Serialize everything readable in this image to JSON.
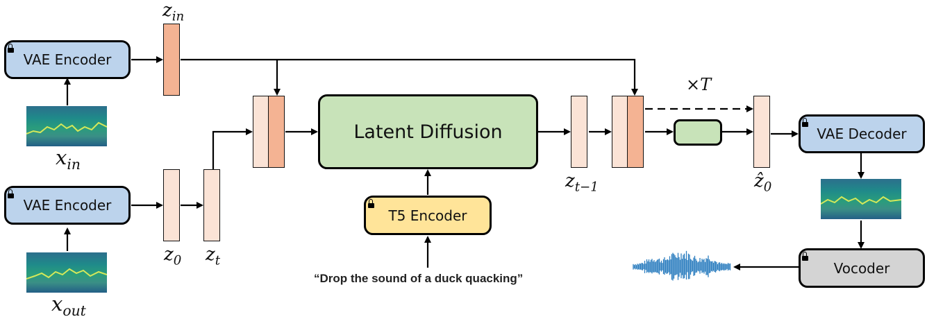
{
  "modules": {
    "vae_encoder_top": "VAE Encoder",
    "vae_encoder_bottom": "VAE Encoder",
    "latent_diffusion": "Latent Diffusion",
    "t5_encoder": "T5 Encoder",
    "vae_decoder": "VAE Decoder",
    "vocoder": "Vocoder"
  },
  "labels": {
    "z_in_main": "z",
    "z_in_sub": "in",
    "x_in_main": "x",
    "x_in_sub": "in",
    "x_out_main": "x",
    "x_out_sub": "out",
    "z_0_main": "z",
    "z_0_sub": "0",
    "z_t_main": "z",
    "z_t_sub": "t",
    "z_tm1_main": "z",
    "z_tm1_sub": "t−1",
    "zhat_main": "ẑ",
    "zhat_sub": "0",
    "times_t": "×T"
  },
  "prompt": "“Drop the sound of a duck quacking”",
  "colors": {
    "encoder_blue": "#bcd3ec",
    "diffusion_green": "#c8e3b9",
    "t5_yellow": "#ffe499",
    "vocoder_gray": "#d4d4d4",
    "latent_light": "#fbe3d6",
    "latent_dark": "#f4b393",
    "waveform_blue": "#2e7fc0"
  },
  "icons": [
    "unlock-icon",
    "spectrogram-image",
    "waveform-image"
  ]
}
